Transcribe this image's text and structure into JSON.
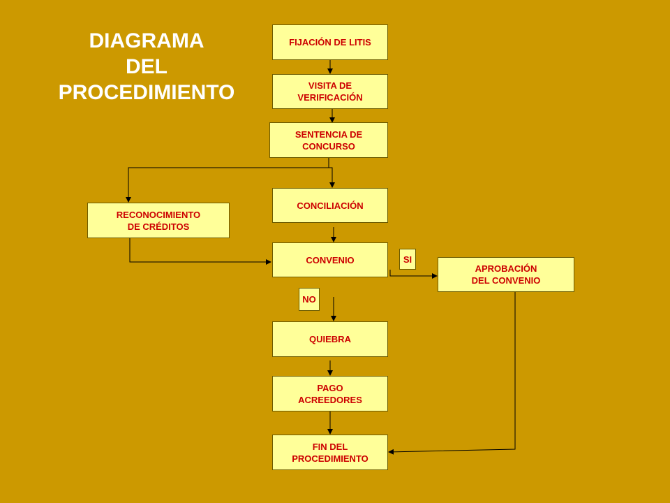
{
  "title": [
    "DIAGRAMA",
    "DEL",
    "PROCEDIMIENTO"
  ],
  "colors": {
    "background": "#CC9900",
    "box_fill": "#FFFF99",
    "box_text": "#CC0000",
    "title": "#FFFFFF",
    "line": "#000000"
  },
  "nodes": {
    "fijacion": "FIJACIÓN DE LITIS",
    "visita": "VISITA DE\nVERIFICACIÓN",
    "sentencia": "SENTENCIA DE\nCONCURSO",
    "conciliacion": "CONCILIACIÓN",
    "reconocimiento": "RECONOCIMIENTO\nDE CRÉDITOS",
    "convenio": "CONVENIO",
    "si": "SI",
    "aprobacion": "APROBACIÓN\nDEL CONVENIO",
    "no": "NO",
    "quiebra": "QUIEBRA",
    "pago": "PAGO\nACREEDORES",
    "fin": "FIN DEL\nPROCEDIMIENTO"
  },
  "edges": [
    [
      "fijacion",
      "visita"
    ],
    [
      "visita",
      "sentencia"
    ],
    [
      "sentencia",
      "conciliacion"
    ],
    [
      "sentencia",
      "reconocimiento"
    ],
    [
      "conciliacion",
      "convenio"
    ],
    [
      "reconocimiento",
      "convenio"
    ],
    [
      "convenio",
      "aprobacion"
    ],
    [
      "convenio",
      "quiebra"
    ],
    [
      "quiebra",
      "pago"
    ],
    [
      "pago",
      "fin"
    ],
    [
      "aprobacion",
      "fin"
    ]
  ]
}
